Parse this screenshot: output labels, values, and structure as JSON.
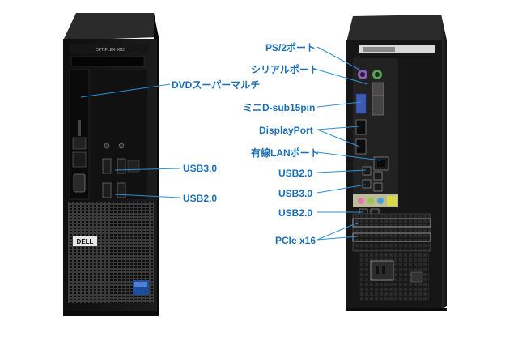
{
  "front": {
    "model_text": "OPTIPLEX 9010",
    "brand_logo": "DELL",
    "labels": {
      "dvd": "DVDスーパーマルチ",
      "usb3": "USB3.0",
      "usb2": "USB2.0"
    }
  },
  "rear": {
    "labels": {
      "ps2": "PS/2ポート",
      "serial": "シリアルポート",
      "minid": "ミニD-sub15pin",
      "displayport": "DisplayPort",
      "lan": "有線LANポート",
      "usb2_top": "USB2.0",
      "usb3": "USB3.0",
      "usb2_bottom": "USB2.0",
      "pcie": "PCIe x16"
    }
  },
  "colors": {
    "label": "#1a6fb5",
    "line": "#2f8fd6",
    "chassis": "#151515",
    "ps2_purple": "#8e5fb5",
    "ps2_green": "#5aa05a",
    "vga_blue": "#3b5bb5",
    "audio_pink": "#e07aa8",
    "audio_green": "#9cc64a",
    "audio_blue": "#4aa0d8"
  }
}
